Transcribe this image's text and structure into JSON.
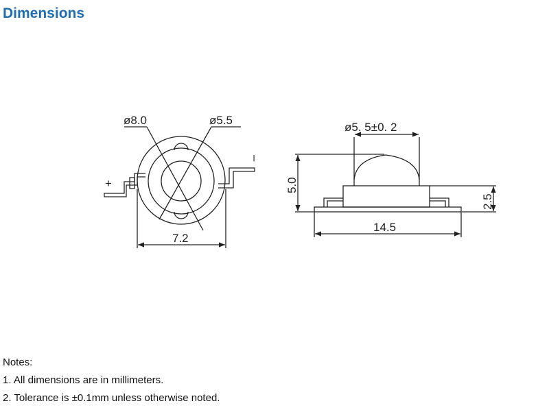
{
  "heading": "Dimensions",
  "top_view": {
    "outer_diameter_label": "ø8.0",
    "lens_diameter_label": "ø5.5",
    "width_label": "7.2",
    "plus_label": "+",
    "minus_label": "–"
  },
  "side_view": {
    "dome_diameter_label": "ø5. 5±0. 2",
    "total_height_label": "5.0",
    "body_height_label": "2.5",
    "length_label": "14.5"
  },
  "notes": {
    "title": "Notes:",
    "items": [
      "1. All dimensions are in millimeters.",
      "2. Tolerance is ±0.1mm unless otherwise noted."
    ]
  },
  "colors": {
    "heading": "#1f6fb0",
    "line": "#222222"
  }
}
